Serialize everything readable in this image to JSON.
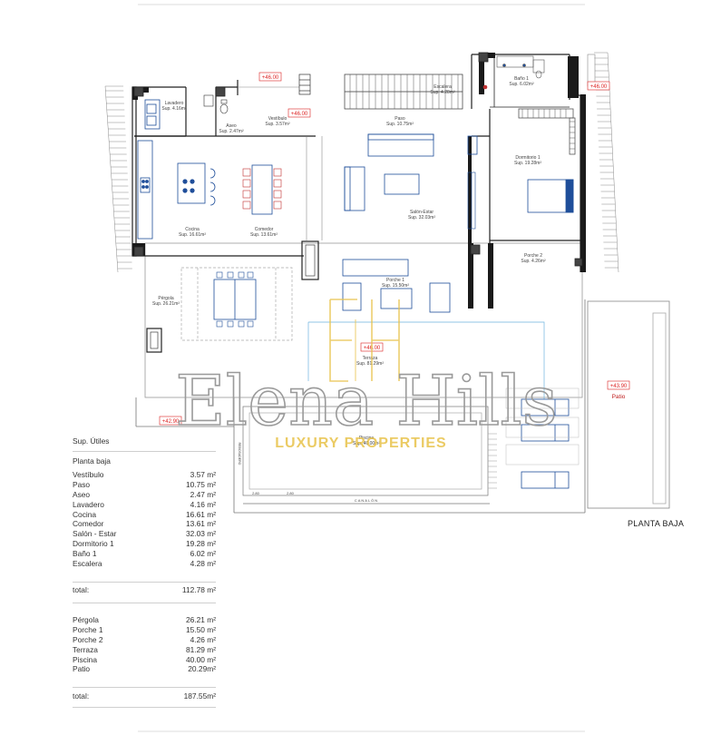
{
  "plan_title": "PLANTA BAJA",
  "summary": {
    "heading": "Sup. Útiles",
    "subheading": "Planta baja",
    "interior": [
      {
        "name": "Vestíbulo",
        "area": "3.57 m²"
      },
      {
        "name": "Paso",
        "area": "10.75 m²"
      },
      {
        "name": "Aseo",
        "area": "2.47 m²"
      },
      {
        "name": "Lavadero",
        "area": "4.16 m²"
      },
      {
        "name": "Cocina",
        "area": "16.61 m²"
      },
      {
        "name": "Comedor",
        "area": "13.61 m²"
      },
      {
        "name": "Salón - Estar",
        "area": "32.03 m²"
      },
      {
        "name": "Dormitorio 1",
        "area": "19.28 m²"
      },
      {
        "name": "Baño 1",
        "area": "6.02 m²"
      },
      {
        "name": "Escalera",
        "area": "4.28 m²"
      }
    ],
    "interior_total": {
      "name": "total:",
      "area": "112.78 m²"
    },
    "exterior": [
      {
        "name": "Pérgola",
        "area": "26.21 m²"
      },
      {
        "name": "Porche 1",
        "area": "15.50 m²"
      },
      {
        "name": "Porche 2",
        "area": "4.26 m²"
      },
      {
        "name": "Terraza",
        "area": "81.29 m²"
      },
      {
        "name": "Piscina",
        "area": "40.00 m²"
      },
      {
        "name": "Patio",
        "area": "20.29m²"
      }
    ],
    "exterior_total": {
      "name": "total:",
      "area": "187.55m²"
    }
  },
  "rooms": {
    "lavadero": {
      "name": "Lavadero",
      "area": "Sup. 4.16m²"
    },
    "aseo": {
      "name": "Aseo",
      "area": "Sup. 2.47m²"
    },
    "vestibulo": {
      "name": "Vestíbulo",
      "area": "Sup. 3.57m²"
    },
    "paso": {
      "name": "Paso",
      "area": "Sup. 10.75m²"
    },
    "escalera": {
      "name": "Escalera",
      "area": "Sup. 4.28m²"
    },
    "bano": {
      "name": "Baño 1",
      "area": "Sup. 6.02m²"
    },
    "dormitorio": {
      "name": "Dormitorio 1",
      "area": "Sup. 19.28m²"
    },
    "cocina": {
      "name": "Cocina",
      "area": "Sup. 16.61m²"
    },
    "comedor": {
      "name": "Comedor",
      "area": "Sup. 13.61m²"
    },
    "salon": {
      "name": "Salón-Estar",
      "area": "Sup. 32.03m²"
    },
    "pergola": {
      "name": "Pérgola",
      "area": "Sup. 26.21m²"
    },
    "porche1": {
      "name": "Porche 1",
      "area": "Sup. 15.50m²"
    },
    "porche2": {
      "name": "Porche 2",
      "area": "Sup. 4.26m²"
    },
    "terraza": {
      "name": "Terraza",
      "area": "Sup. 81.29m²"
    },
    "piscina": {
      "name": "Piscina",
      "area": "Sup. 40.00m²"
    },
    "patio": {
      "name": "Patio"
    }
  },
  "levels": {
    "entry": "+46.00",
    "vestibulo": "+46.00",
    "bano": "+46.00",
    "terraza": "+46.00",
    "patio": "+43.90",
    "lower": "+42.90"
  },
  "pool_labels": {
    "canalon": "CANALÓN",
    "side": "REBOSADERO",
    "dim1": "2.80",
    "dim2": "2.80"
  },
  "watermark": {
    "brand": "Elena Hills",
    "tagline": "LUXURY PROPERTIES"
  },
  "colors": {
    "wall": "#1a1a1a",
    "furniture": "#1f4e9a",
    "level": "#d22222",
    "water": "#6db4de",
    "watermark_gold": "#e8c24a"
  }
}
